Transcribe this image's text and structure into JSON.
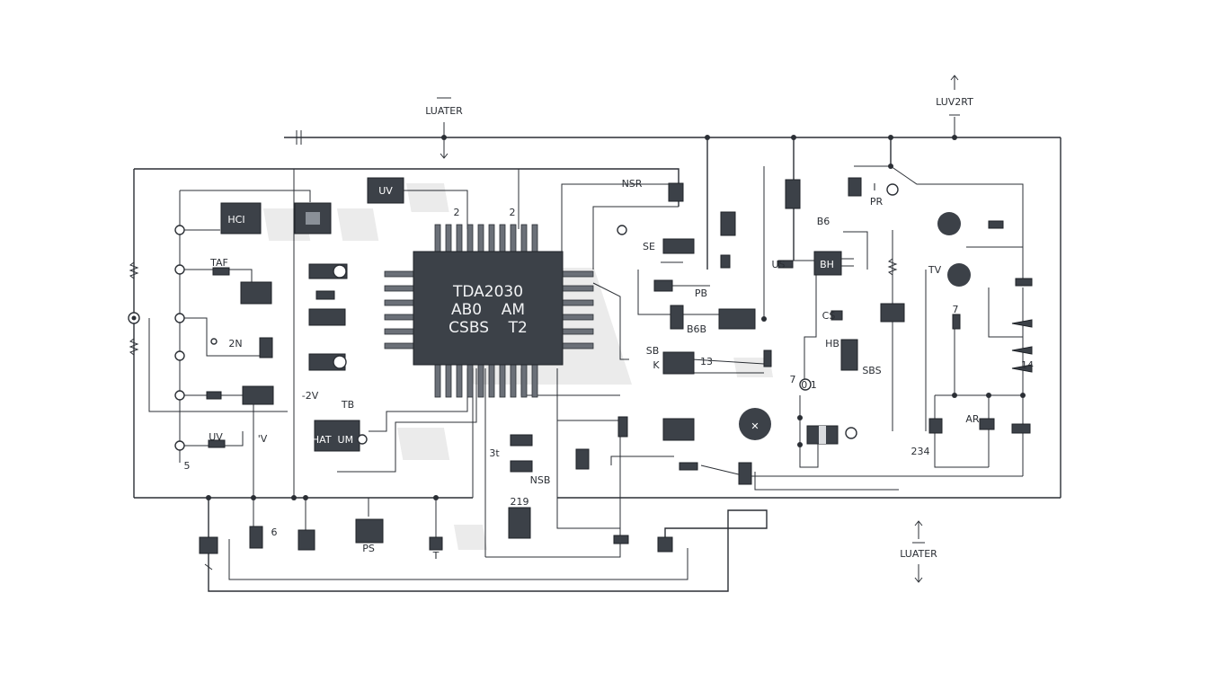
{
  "chip": {
    "line1": "TDA2030",
    "line2": "AB0    AM",
    "line3": "CSBS    T2"
  },
  "labels": {
    "top_supply_left": "LUATER",
    "top_supply_right": "LUV2RT",
    "bottom_supply": "LUATER",
    "pin_num_a": "2",
    "pin_num_b": "2",
    "nsr": "NSR",
    "uv_top": "UV",
    "hcr": "HCI",
    "taf": "TAF",
    "m20": "2N",
    "minus2v": "-2V",
    "tb": "TB",
    "hat_um": "HAT  UM",
    "uv_bottom": "UV",
    "five": "5",
    "v_mark": "'V",
    "six": "6",
    "ps": "PS",
    "tp": "T",
    "st": "3t",
    "nsb": "NSB",
    "n219": "219",
    "se": "SE",
    "pb": "PB",
    "b6b": "B6B",
    "sb": "SB",
    "k": "K",
    "n13": "13",
    "n7": "7",
    "n01": "0 1",
    "b6": "B6",
    "bh": "BH",
    "usb": "US",
    "cs": "CS",
    "hb": "HB",
    "sbs": "SBS",
    "i_lbl": "I",
    "pr": "PR",
    "tv": "TV",
    "ar": "AR",
    "n234": "234",
    "n14": "14",
    "n7b": "7"
  },
  "icons": [
    "resistor-icon",
    "capacitor-icon",
    "diode-icon",
    "ground-arrow-icon",
    "potentiometer-icon",
    "speaker-icon"
  ]
}
